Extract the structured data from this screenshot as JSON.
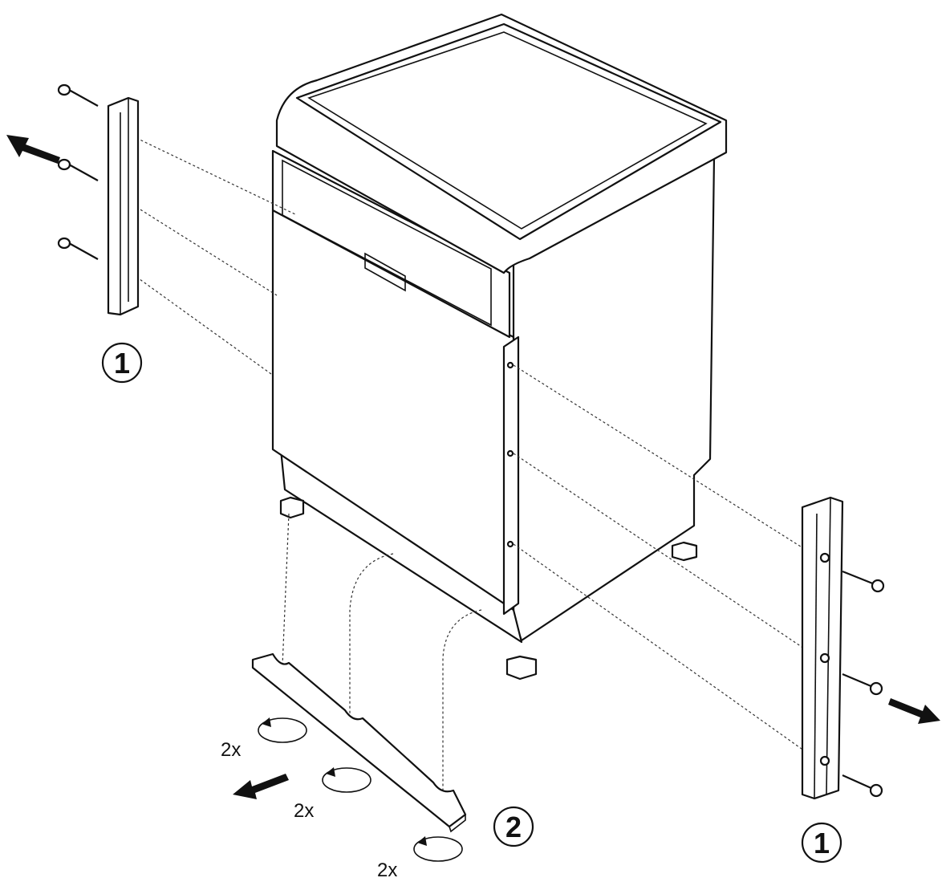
{
  "diagram": {
    "callouts": {
      "side_strip_left": "1",
      "side_strip_right": "1",
      "base_rail": "2"
    },
    "quantity_labels": [
      "2x",
      "2x",
      "2x"
    ]
  },
  "colors": {
    "ink": "#111111",
    "background": "#ffffff"
  }
}
